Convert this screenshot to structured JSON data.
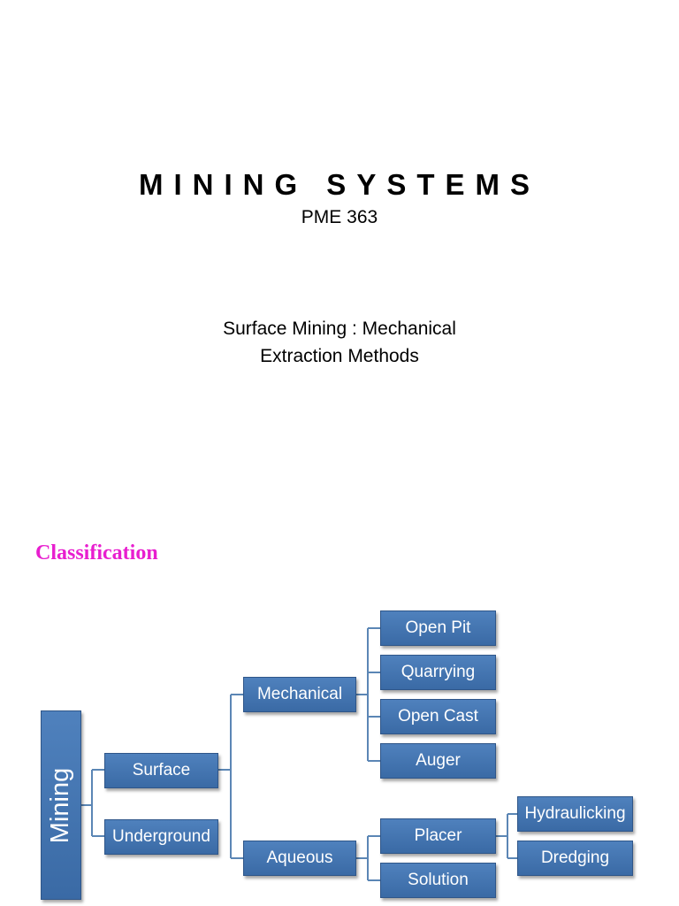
{
  "slide1": {
    "title": "MINING SYSTEMS",
    "course_code": "PME 363",
    "description_line1": "Surface Mining : Mechanical",
    "description_line2": "Extraction Methods"
  },
  "slide2": {
    "heading": "Classification",
    "diagram": {
      "root": "Mining",
      "level1": [
        "Surface",
        "Underground"
      ],
      "surface_children": [
        "Mechanical",
        "Aqueous"
      ],
      "mechanical_children": [
        "Open Pit",
        "Quarrying",
        "Open Cast",
        "Auger"
      ],
      "aqueous_children": [
        "Placer",
        "Solution"
      ],
      "placer_children": [
        "Hydraulicking",
        "Dredging"
      ]
    }
  },
  "colors": {
    "box_fill": "#4f81bd",
    "connector": "#5b86b5",
    "heading": "#e81ecf"
  }
}
